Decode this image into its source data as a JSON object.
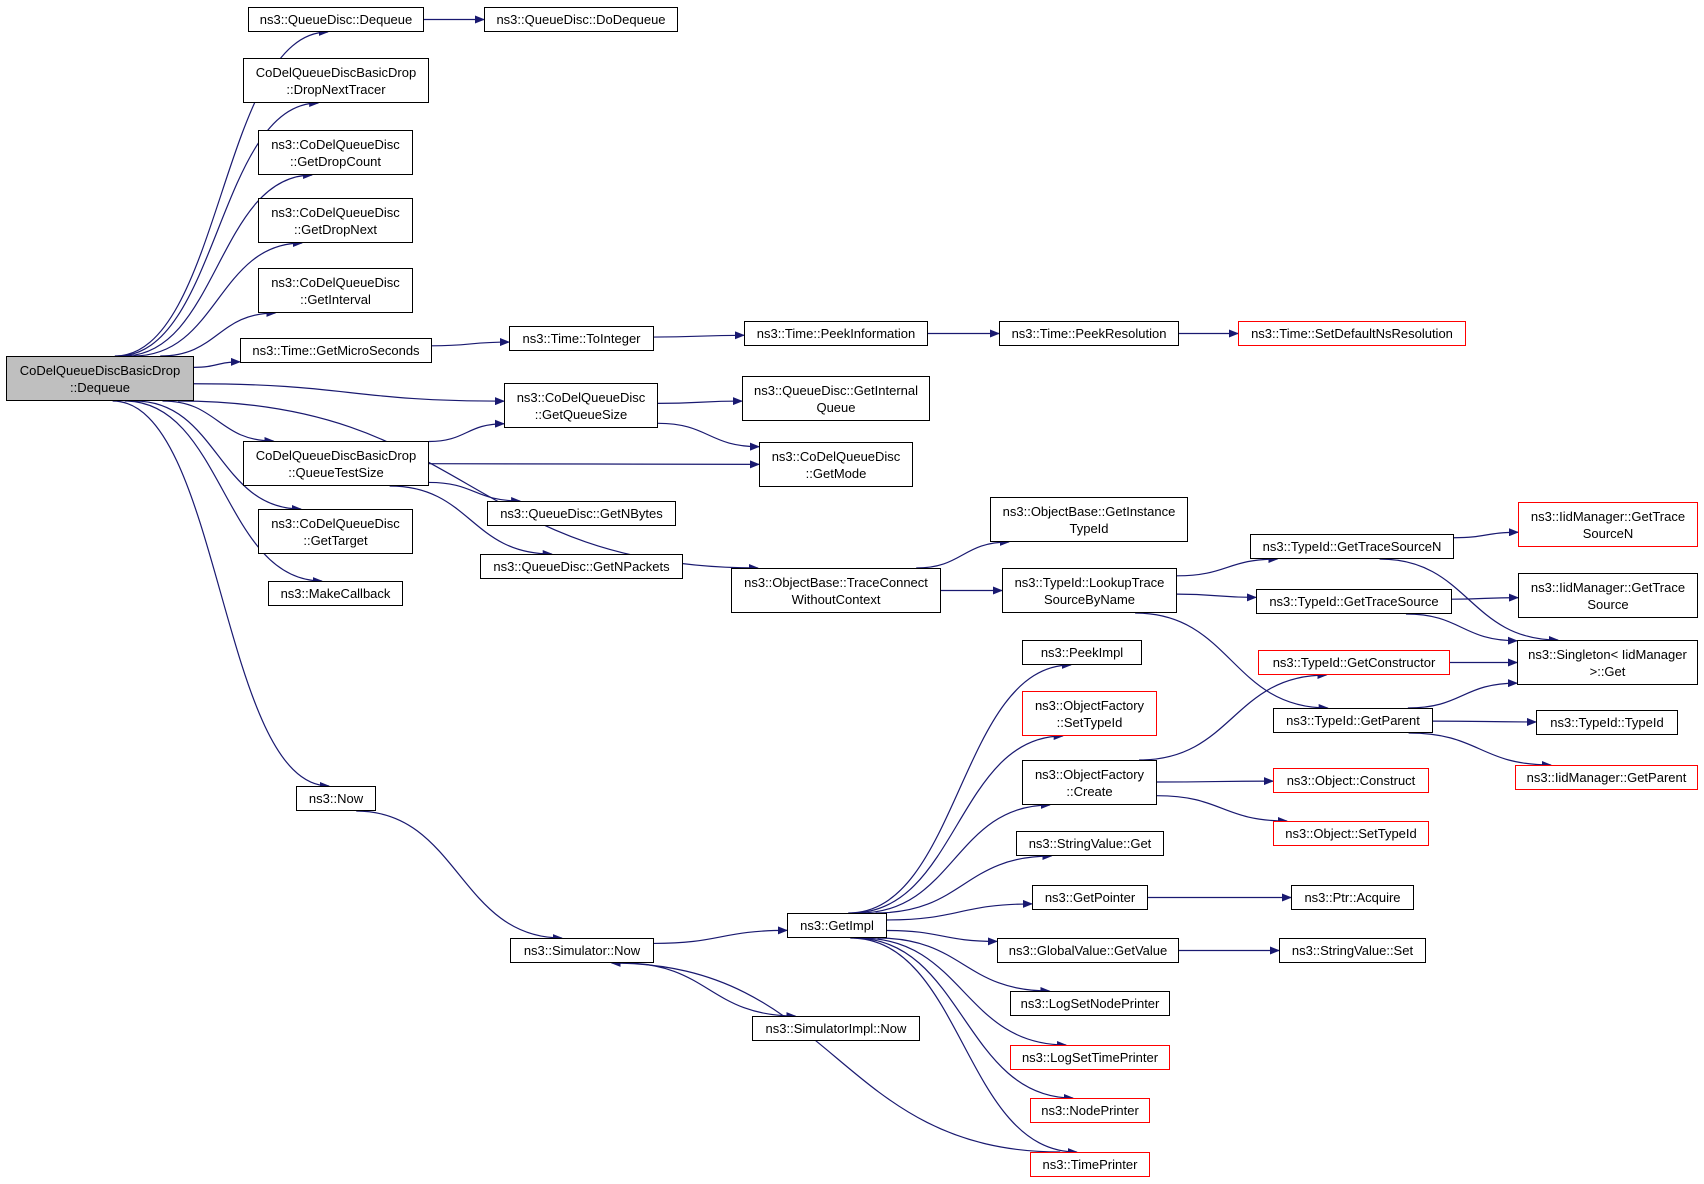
{
  "colors": {
    "edge": "#191970",
    "border": "#000000",
    "red_border": "#ff0000",
    "root_fill": "#bfbfbf"
  },
  "nodes": [
    {
      "id": "root",
      "lines": [
        "CoDelQueueDiscBasicDrop",
        "::Dequeue"
      ],
      "style": "root"
    },
    {
      "id": "qd_dequeue",
      "lines": [
        "ns3::QueueDisc::Dequeue"
      ]
    },
    {
      "id": "qd_dodequeue",
      "lines": [
        "ns3::QueueDisc::DoDequeue"
      ]
    },
    {
      "id": "dropnexttracer",
      "lines": [
        "CoDelQueueDiscBasicDrop",
        "::DropNextTracer"
      ]
    },
    {
      "id": "getdropcount",
      "lines": [
        "ns3::CoDelQueueDisc",
        "::GetDropCount"
      ]
    },
    {
      "id": "getdropnext",
      "lines": [
        "ns3::CoDelQueueDisc",
        "::GetDropNext"
      ]
    },
    {
      "id": "getinterval",
      "lines": [
        "ns3::CoDelQueueDisc",
        "::GetInterval"
      ]
    },
    {
      "id": "getmicroseconds",
      "lines": [
        "ns3::Time::GetMicroSeconds"
      ]
    },
    {
      "id": "tointeger",
      "lines": [
        "ns3::Time::ToInteger"
      ]
    },
    {
      "id": "peekinformation",
      "lines": [
        "ns3::Time::PeekInformation"
      ]
    },
    {
      "id": "peekresolution",
      "lines": [
        "ns3::Time::PeekResolution"
      ]
    },
    {
      "id": "setdefaultnsresolution",
      "lines": [
        "ns3::Time::SetDefaultNsResolution"
      ],
      "style": "red"
    },
    {
      "id": "getqueuesize",
      "lines": [
        "ns3::CoDelQueueDisc",
        "::GetQueueSize"
      ]
    },
    {
      "id": "getinternalqueue",
      "lines": [
        "ns3::QueueDisc::GetInternal",
        "Queue"
      ]
    },
    {
      "id": "queuetestsize",
      "lines": [
        "CoDelQueueDiscBasicDrop",
        "::QueueTestSize"
      ]
    },
    {
      "id": "getmode",
      "lines": [
        "ns3::CoDelQueueDisc",
        "::GetMode"
      ]
    },
    {
      "id": "getnbytes",
      "lines": [
        "ns3::QueueDisc::GetNBytes"
      ]
    },
    {
      "id": "getnpackets",
      "lines": [
        "ns3::QueueDisc::GetNPackets"
      ]
    },
    {
      "id": "gettarget",
      "lines": [
        "ns3::CoDelQueueDisc",
        "::GetTarget"
      ]
    },
    {
      "id": "makecallback",
      "lines": [
        "ns3::MakeCallback"
      ]
    },
    {
      "id": "traceconnect",
      "lines": [
        "ns3::ObjectBase::TraceConnect",
        "WithoutContext"
      ]
    },
    {
      "id": "getinstancetypeid",
      "lines": [
        "ns3::ObjectBase::GetInstance",
        "TypeId"
      ]
    },
    {
      "id": "lookuptrace",
      "lines": [
        "ns3::TypeId::LookupTrace",
        "SourceByName"
      ]
    },
    {
      "id": "gettracesourcen",
      "lines": [
        "ns3::TypeId::GetTraceSourceN"
      ]
    },
    {
      "id": "iid_gettracesourcen",
      "lines": [
        "ns3::IidManager::GetTrace",
        "SourceN"
      ],
      "style": "red"
    },
    {
      "id": "gettracesource",
      "lines": [
        "ns3::TypeId::GetTraceSource"
      ]
    },
    {
      "id": "iid_gettracesource",
      "lines": [
        "ns3::IidManager::GetTrace",
        "Source"
      ]
    },
    {
      "id": "singleton_get",
      "lines": [
        "ns3::Singleton< IidManager",
        " >::Get"
      ]
    },
    {
      "id": "getconstructor",
      "lines": [
        "ns3::TypeId::GetConstructor"
      ],
      "style": "red"
    },
    {
      "id": "getparent",
      "lines": [
        "ns3::TypeId::GetParent"
      ]
    },
    {
      "id": "typeid_typeid",
      "lines": [
        "ns3::TypeId::TypeId"
      ]
    },
    {
      "id": "iid_getparent",
      "lines": [
        "ns3::IidManager::GetParent"
      ],
      "style": "red"
    },
    {
      "id": "peekimpl",
      "lines": [
        "ns3::PeekImpl"
      ]
    },
    {
      "id": "of_settypeid",
      "lines": [
        "ns3::ObjectFactory",
        "::SetTypeId"
      ],
      "style": "red"
    },
    {
      "id": "of_create",
      "lines": [
        "ns3::ObjectFactory",
        "::Create"
      ]
    },
    {
      "id": "obj_construct",
      "lines": [
        "ns3::Object::Construct"
      ],
      "style": "red"
    },
    {
      "id": "obj_settypeid",
      "lines": [
        "ns3::Object::SetTypeId"
      ],
      "style": "red"
    },
    {
      "id": "stringvalue_get",
      "lines": [
        "ns3::StringValue::Get"
      ]
    },
    {
      "id": "getpointer",
      "lines": [
        "ns3::GetPointer"
      ]
    },
    {
      "id": "ptr_acquire",
      "lines": [
        "ns3::Ptr::Acquire"
      ]
    },
    {
      "id": "globalvalue_getvalue",
      "lines": [
        "ns3::GlobalValue::GetValue"
      ]
    },
    {
      "id": "stringvalue_set",
      "lines": [
        "ns3::StringValue::Set"
      ]
    },
    {
      "id": "logsetnodeprinter",
      "lines": [
        "ns3::LogSetNodePrinter"
      ]
    },
    {
      "id": "logsettimeprinter",
      "lines": [
        "ns3::LogSetTimePrinter"
      ],
      "style": "red"
    },
    {
      "id": "nodeprinter",
      "lines": [
        "ns3::NodePrinter"
      ],
      "style": "red"
    },
    {
      "id": "timeprinter",
      "lines": [
        "ns3::TimePrinter"
      ],
      "style": "red"
    },
    {
      "id": "now",
      "lines": [
        "ns3::Now"
      ]
    },
    {
      "id": "simulator_now",
      "lines": [
        "ns3::Simulator::Now"
      ]
    },
    {
      "id": "getimpl",
      "lines": [
        "ns3::GetImpl"
      ]
    },
    {
      "id": "simulatorimpl_now",
      "lines": [
        "ns3::SimulatorImpl::Now"
      ]
    }
  ],
  "edges": [
    [
      "root",
      "qd_dequeue"
    ],
    [
      "qd_dequeue",
      "qd_dodequeue"
    ],
    [
      "root",
      "dropnexttracer"
    ],
    [
      "root",
      "getdropcount"
    ],
    [
      "root",
      "getdropnext"
    ],
    [
      "root",
      "getinterval"
    ],
    [
      "root",
      "getmicroseconds"
    ],
    [
      "getmicroseconds",
      "tointeger"
    ],
    [
      "tointeger",
      "peekinformation"
    ],
    [
      "peekinformation",
      "peekresolution"
    ],
    [
      "peekresolution",
      "setdefaultnsresolution"
    ],
    [
      "root",
      "getqueuesize"
    ],
    [
      "getqueuesize",
      "getinternalqueue"
    ],
    [
      "getqueuesize",
      "getmode"
    ],
    [
      "root",
      "queuetestsize"
    ],
    [
      "queuetestsize",
      "getqueuesize"
    ],
    [
      "queuetestsize",
      "getmode"
    ],
    [
      "queuetestsize",
      "getnbytes"
    ],
    [
      "queuetestsize",
      "getnpackets"
    ],
    [
      "root",
      "gettarget"
    ],
    [
      "root",
      "makecallback"
    ],
    [
      "root",
      "traceconnect"
    ],
    [
      "root",
      "now"
    ],
    [
      "traceconnect",
      "getinstancetypeid"
    ],
    [
      "traceconnect",
      "lookuptrace"
    ],
    [
      "lookuptrace",
      "gettracesourcen"
    ],
    [
      "lookuptrace",
      "gettracesource"
    ],
    [
      "lookuptrace",
      "getparent"
    ],
    [
      "gettracesourcen",
      "iid_gettracesourcen"
    ],
    [
      "gettracesourcen",
      "singleton_get"
    ],
    [
      "gettracesource",
      "iid_gettracesource"
    ],
    [
      "gettracesource",
      "singleton_get"
    ],
    [
      "getconstructor",
      "singleton_get"
    ],
    [
      "getparent",
      "singleton_get"
    ],
    [
      "getparent",
      "typeid_typeid"
    ],
    [
      "getparent",
      "iid_getparent"
    ],
    [
      "now",
      "simulator_now"
    ],
    [
      "simulator_now",
      "getimpl"
    ],
    [
      "simulator_now",
      "simulatorimpl_now"
    ],
    [
      "getimpl",
      "peekimpl"
    ],
    [
      "getimpl",
      "of_settypeid"
    ],
    [
      "getimpl",
      "of_create"
    ],
    [
      "getimpl",
      "stringvalue_get"
    ],
    [
      "getimpl",
      "getpointer"
    ],
    [
      "getimpl",
      "globalvalue_getvalue"
    ],
    [
      "getimpl",
      "logsetnodeprinter"
    ],
    [
      "getimpl",
      "logsettimeprinter"
    ],
    [
      "getimpl",
      "nodeprinter"
    ],
    [
      "getimpl",
      "timeprinter"
    ],
    [
      "of_create",
      "getconstructor"
    ],
    [
      "of_create",
      "obj_construct"
    ],
    [
      "of_create",
      "obj_settypeid"
    ],
    [
      "getpointer",
      "ptr_acquire"
    ],
    [
      "globalvalue_getvalue",
      "stringvalue_set"
    ],
    [
      "timeprinter",
      "simulator_now"
    ]
  ]
}
